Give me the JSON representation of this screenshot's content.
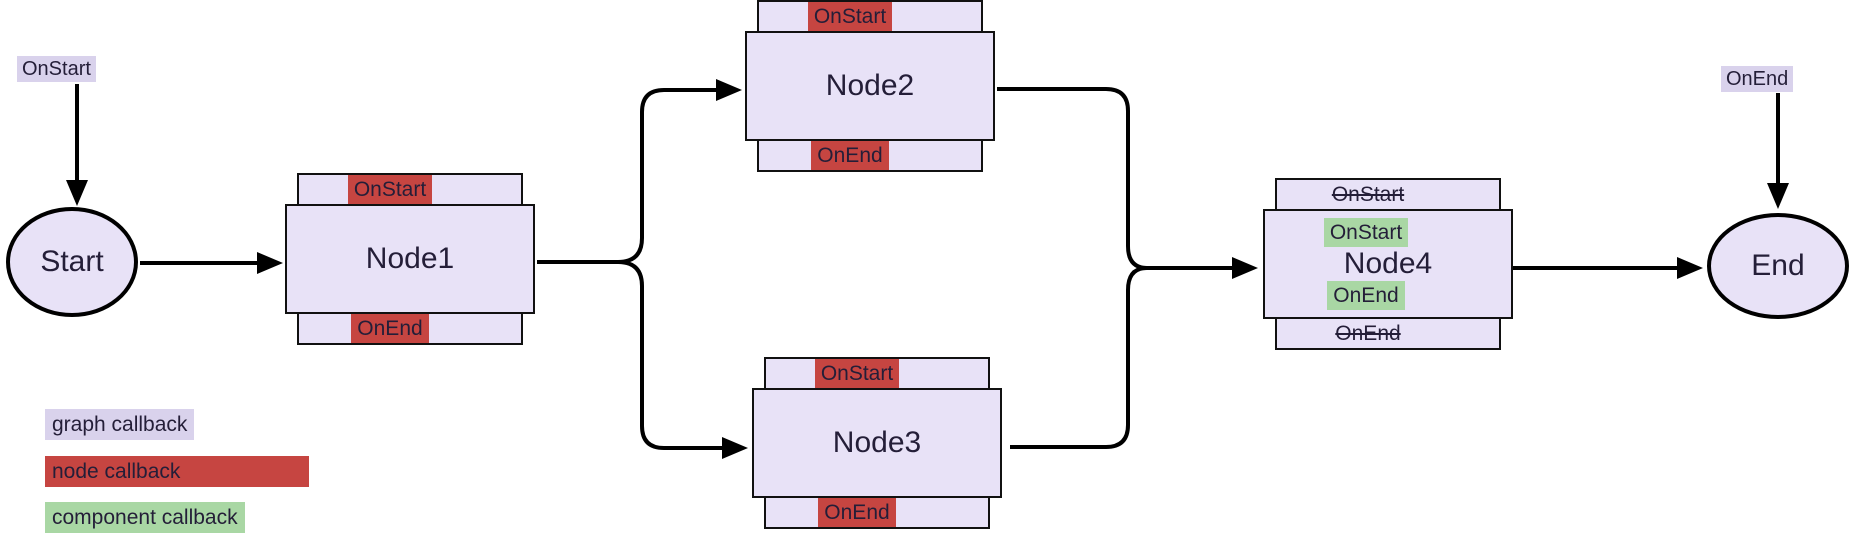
{
  "diagram": {
    "graph_callbacks": {
      "on_start": "OnStart",
      "on_end": "OnEnd"
    },
    "terminals": {
      "start": "Start",
      "end": "End"
    },
    "nodes": [
      {
        "name": "Node1",
        "on_start": "OnStart",
        "on_end": "OnEnd"
      },
      {
        "name": "Node2",
        "on_start": "OnStart",
        "on_end": "OnEnd"
      },
      {
        "name": "Node3",
        "on_start": "OnStart",
        "on_end": "OnEnd"
      },
      {
        "name": "Node4",
        "disabled_on_start": "OnStart",
        "component_on_start": "OnStart",
        "component_on_end": "OnEnd",
        "disabled_on_end": "OnEnd"
      }
    ],
    "legend": [
      {
        "label": "graph callback",
        "type": "graph",
        "color": "#d9d2ec"
      },
      {
        "label": "node callback",
        "type": "node",
        "color": "#c64541"
      },
      {
        "label": "component callback",
        "type": "component",
        "color": "#a9d7a4"
      }
    ],
    "colors": {
      "node_fill": "#e8e2f7",
      "graph_chip": "#d9d2ec",
      "node_chip": "#c64541",
      "component_chip": "#a9d7a4",
      "edge": "#000000",
      "text": "#241e38"
    }
  }
}
